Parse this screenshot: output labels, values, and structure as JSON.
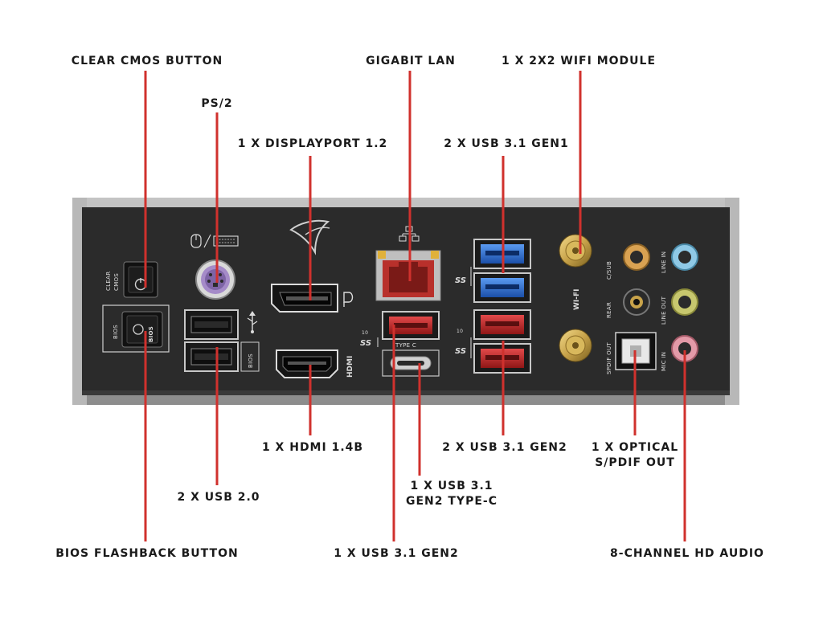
{
  "callouts": {
    "clear_cmos": "CLEAR CMOS BUTTON",
    "ps2": "PS/2",
    "displayport": "1 X DISPLAYPORT 1.2",
    "gigabit_lan": "GIGABIT LAN",
    "wifi_module": "1 X 2X2 WIFI MODULE",
    "usb31_gen1": "2 X USB 3.1 GEN1",
    "hdmi": "1 X HDMI 1.4B",
    "usb31_gen2_pair": "2 X USB 3.1 GEN2",
    "optical_line1": "1 X OPTICAL",
    "optical_line2": "S/PDIF OUT",
    "usb20": "2 X USB 2.0",
    "typec_line1": "1 X USB 3.1",
    "typec_line2": "GEN2 TYPE-C",
    "bios_flashback": "BIOS FLASHBACK BUTTON",
    "usb31_gen2_single": "1 X USB 3.1 GEN2",
    "hd_audio": "8-CHANNEL HD AUDIO"
  },
  "panel_labels": {
    "clear_cmos_top": "CLEAR",
    "clear_cmos_bottom": "CMOS",
    "bios_side": "BIOS",
    "bios_button": "BIOS",
    "bios_usb": "BIOS",
    "hdmi": "HDMI",
    "type_c": "TYPE C",
    "wifi": "WI-FI",
    "csub": "C/SUB",
    "line_in": "LINE IN",
    "rear": "REAR",
    "line_out": "LINE OUT",
    "spdif_out": "SPDIF OUT",
    "mic_in": "MIC IN",
    "ss10_a": "10",
    "ss10_b": "10"
  },
  "colors": {
    "callout_line": "#d0312d",
    "panel": "#2b2b2b",
    "frame": "#9a9a9a",
    "usb3_blue": "#2a6fd6",
    "usb_gen2_red": "#c22a2a",
    "ps2_purple": "#a58bc8",
    "audio_lime": "#c7c76e",
    "audio_blue": "#8fc9e6",
    "audio_pink": "#e39aa8",
    "audio_orange": "#d9a252",
    "gold": "#c8a34a"
  }
}
